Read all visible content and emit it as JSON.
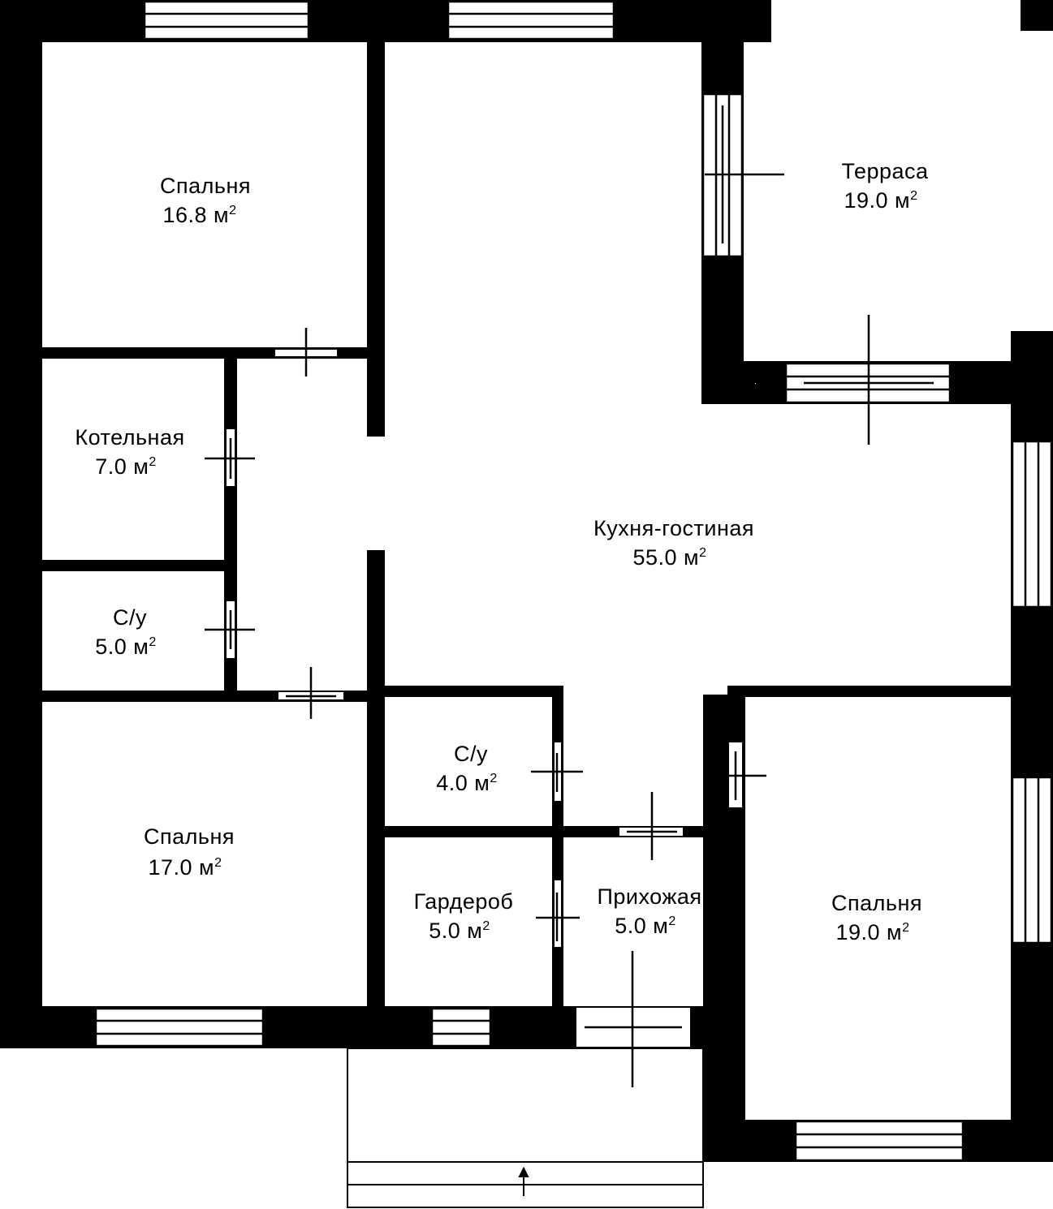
{
  "colors": {
    "wall": "#000000",
    "floor": "#ffffff",
    "line": "#000000"
  },
  "rooms": [
    {
      "id": "bedroom-1",
      "name": "Спальня",
      "area": "16.8 м",
      "unit_sup": "2"
    },
    {
      "id": "boiler-room",
      "name": "Котельная",
      "area": "7.0 м",
      "unit_sup": "2"
    },
    {
      "id": "bathroom-1",
      "name": "С/у",
      "area": "5.0 м",
      "unit_sup": "2"
    },
    {
      "id": "bedroom-2",
      "name": "Спальня",
      "area": "17.0 м",
      "unit_sup": "2"
    },
    {
      "id": "kitchen-living",
      "name": "Кухня-гостиная",
      "area": "55.0 м",
      "unit_sup": "2"
    },
    {
      "id": "terrace",
      "name": "Терраса",
      "area": "19.0 м",
      "unit_sup": "2"
    },
    {
      "id": "bathroom-2",
      "name": "С/у",
      "area": "4.0 м",
      "unit_sup": "2"
    },
    {
      "id": "wardrobe",
      "name": "Гардероб",
      "area": "5.0 м",
      "unit_sup": "2"
    },
    {
      "id": "hallway",
      "name": "Прихожая",
      "area": "5.0 м",
      "unit_sup": "2"
    },
    {
      "id": "bedroom-3",
      "name": "Спальня",
      "area": "19.0 м",
      "unit_sup": "2"
    }
  ],
  "icons": {
    "entrance": "entrance-arrow-icon"
  }
}
